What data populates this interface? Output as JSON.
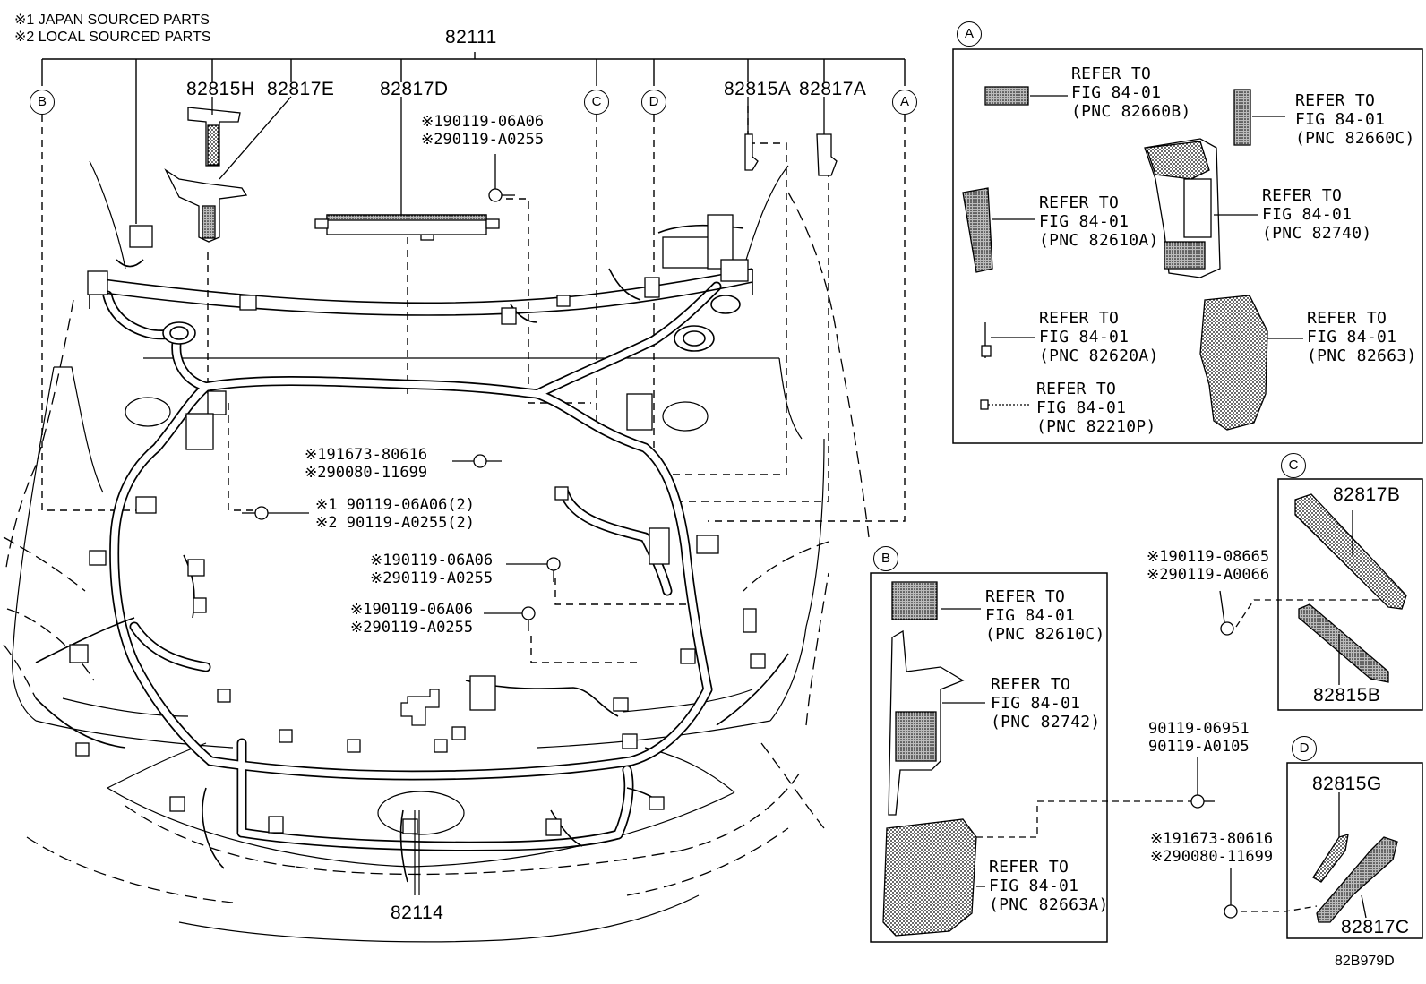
{
  "notes": [
    "※1 JAPAN SOURCED PARTS",
    "※2 LOCAL SOURCED PARTS"
  ],
  "main": {
    "top_part": "82111",
    "bottom_part": "82114",
    "part_labels": [
      "82815H",
      "82817E",
      "82817D",
      "82815A",
      "82817A"
    ],
    "callouts": [
      "B",
      "C",
      "D",
      "A"
    ],
    "bolt_specs": [
      [
        "※190119-06A06",
        "※290119-A0255"
      ],
      [
        "※191673-80616",
        "※290080-11699"
      ],
      [
        "※1 90119-06A06(2)",
        "※2 90119-A0255(2)"
      ],
      [
        "※190119-06A06",
        "※290119-A0255"
      ],
      [
        "※190119-06A06",
        "※290119-A0255"
      ]
    ]
  },
  "inset_a": {
    "tag": "A",
    "refs": [
      [
        "REFER TO",
        "FIG 84-01",
        "(PNC 82660B)"
      ],
      [
        "REFER TO",
        "FIG 84-01",
        "(PNC 82660C)"
      ],
      [
        "REFER TO",
        "FIG 84-01",
        "(PNC 82610A)"
      ],
      [
        "REFER TO",
        "FIG 84-01",
        "(PNC 82740)"
      ],
      [
        "REFER TO",
        "FIG 84-01",
        "(PNC 82620A)"
      ],
      [
        "REFER TO",
        "FIG 84-01",
        "(PNC 82663)"
      ],
      [
        "REFER TO",
        "FIG 84-01",
        "(PNC 82210P)"
      ]
    ]
  },
  "inset_b": {
    "tag": "B",
    "refs": [
      [
        "REFER TO",
        "FIG 84-01",
        "(PNC 82610C)"
      ],
      [
        "REFER TO",
        "FIG 84-01",
        "(PNC 82742)"
      ],
      [
        "REFER TO",
        "FIG 84-01",
        "(PNC 82663A)"
      ]
    ],
    "bolt": [
      "90119-06951",
      "90119-A0105"
    ]
  },
  "inset_c": {
    "tag": "C",
    "parts": [
      "82817B",
      "82815B"
    ],
    "bolt": [
      "※190119-08665",
      "※290119-A0066"
    ]
  },
  "inset_d": {
    "tag": "D",
    "parts": [
      "82815G",
      "82817C"
    ],
    "bolt": [
      "※191673-80616",
      "※290080-11699"
    ]
  },
  "figure_code": "82B979D"
}
